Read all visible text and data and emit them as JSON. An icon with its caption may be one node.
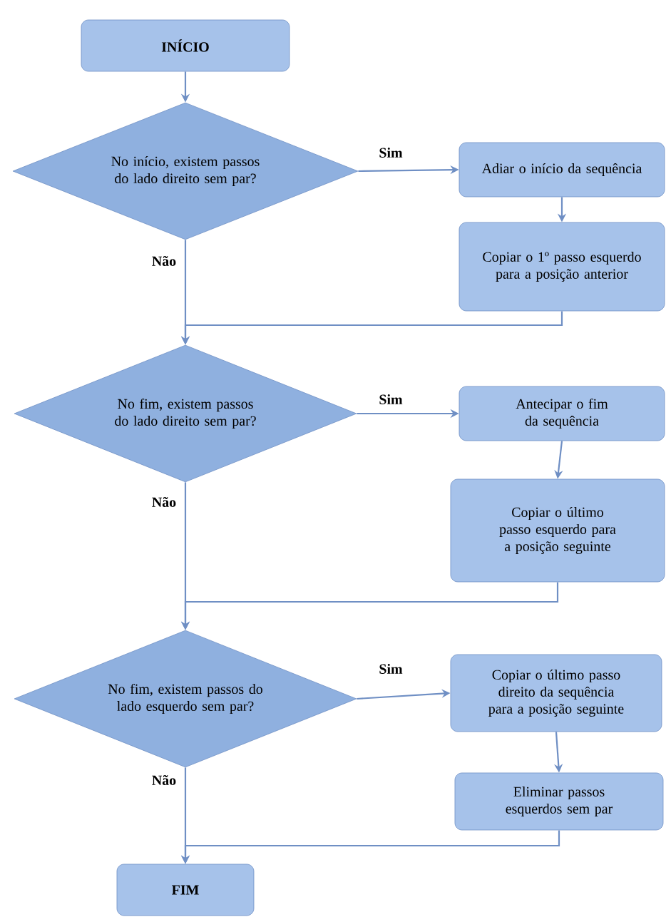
{
  "diagram": {
    "nodes": [
      {
        "text": [
          "INÍCIO"
        ]
      },
      {
        "text": [
          "No início, existem passos do lado direito sem par?"
        ]
      },
      {
        "text": [
          "Adiar o início da sequência"
        ]
      },
      {
        "text": [
          "Copiar o 1º passo esquerdo para a posição anterior"
        ]
      },
      {
        "text": [
          "No fim, existem passos do lado direito sem par?"
        ]
      },
      {
        "text": [
          "Antecipar o fim da sequência"
        ]
      },
      {
        "text": [
          "Copiar o último passo esquerdo para a posição seguinte"
        ]
      },
      {
        "text": [
          "No fim, existem passos do lado esquerdo sem par?"
        ]
      },
      {
        "text": [
          "Copiar o último passo direito da sequência para a posição seguinte"
        ]
      },
      {
        "text": [
          "Eliminar passos esquerdos sem par"
        ]
      },
      {
        "text": [
          "FIM"
        ]
      }
    ],
    "edges": [
      {
        "from": 0,
        "to": 1,
        "arrow": "to"
      },
      {
        "from": 1,
        "to": 2,
        "arrow": "to",
        "label": "Sim"
      },
      {
        "from": 2,
        "to": 3,
        "arrow": "to"
      },
      {
        "from": 1,
        "to": 4,
        "arrow": "to",
        "label": "Não"
      },
      {
        "from": 3,
        "to": 4,
        "arrow": "to"
      },
      {
        "from": 4,
        "to": 5,
        "arrow": "to",
        "label": "Sim"
      },
      {
        "from": 5,
        "to": 6,
        "arrow": "to"
      },
      {
        "from": 4,
        "to": 7,
        "arrow": "to",
        "label": "Não"
      },
      {
        "from": 6,
        "to": 7,
        "arrow": "to"
      },
      {
        "from": 7,
        "to": 8,
        "arrow": "to",
        "label": "Sim"
      },
      {
        "from": 8,
        "to": 9,
        "arrow": "to"
      },
      {
        "from": 7,
        "to": 10,
        "arrow": "to",
        "label": "Não"
      },
      {
        "from": 9,
        "to": 10,
        "arrow": "to"
      }
    ]
  }
}
